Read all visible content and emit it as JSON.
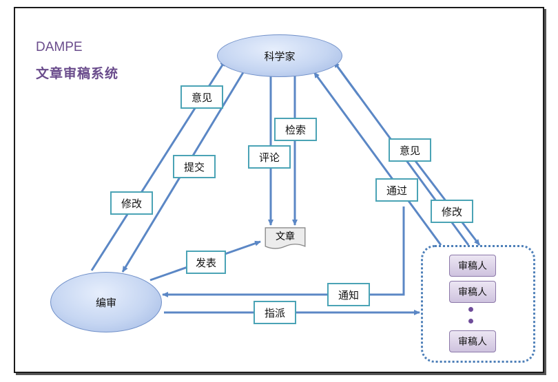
{
  "title": {
    "line1": "DAMPE",
    "line2": "文章审稿系统"
  },
  "nodes": {
    "scientist": "科学家",
    "editor": "编审",
    "article": "文章",
    "reviewers": [
      "审稿人",
      "审稿人",
      "审稿人"
    ]
  },
  "edges": {
    "opinion_left": "意见",
    "submit": "提交",
    "modify_left": "修改",
    "search": "检索",
    "comment": "评论",
    "publish": "发表",
    "pass": "通过",
    "opinion_right": "意见",
    "modify_right": "修改",
    "notify": "通知",
    "assign": "指派"
  },
  "colors": {
    "arrow": "#5b87c5",
    "label_border": "#4aa3b5",
    "title": "#6a4c8c"
  }
}
